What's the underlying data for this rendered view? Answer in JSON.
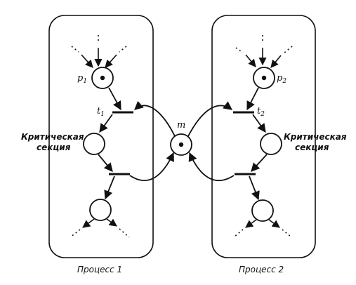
{
  "labels": {
    "p1": "p",
    "p1_sub": "1",
    "p2": "p",
    "p2_sub": "2",
    "t1": "t",
    "t1_sub": "1",
    "t2": "t",
    "t2_sub": "2",
    "m": "m",
    "crit_left_line1": "Критическая",
    "crit_left_line2": "секция",
    "crit_right_line1": "Критическая",
    "crit_right_line2": "секция",
    "process1": "Процесс 1",
    "process2": "Процесс 2"
  },
  "tokens": {
    "p1": 1,
    "p2": 1,
    "m": 1
  }
}
